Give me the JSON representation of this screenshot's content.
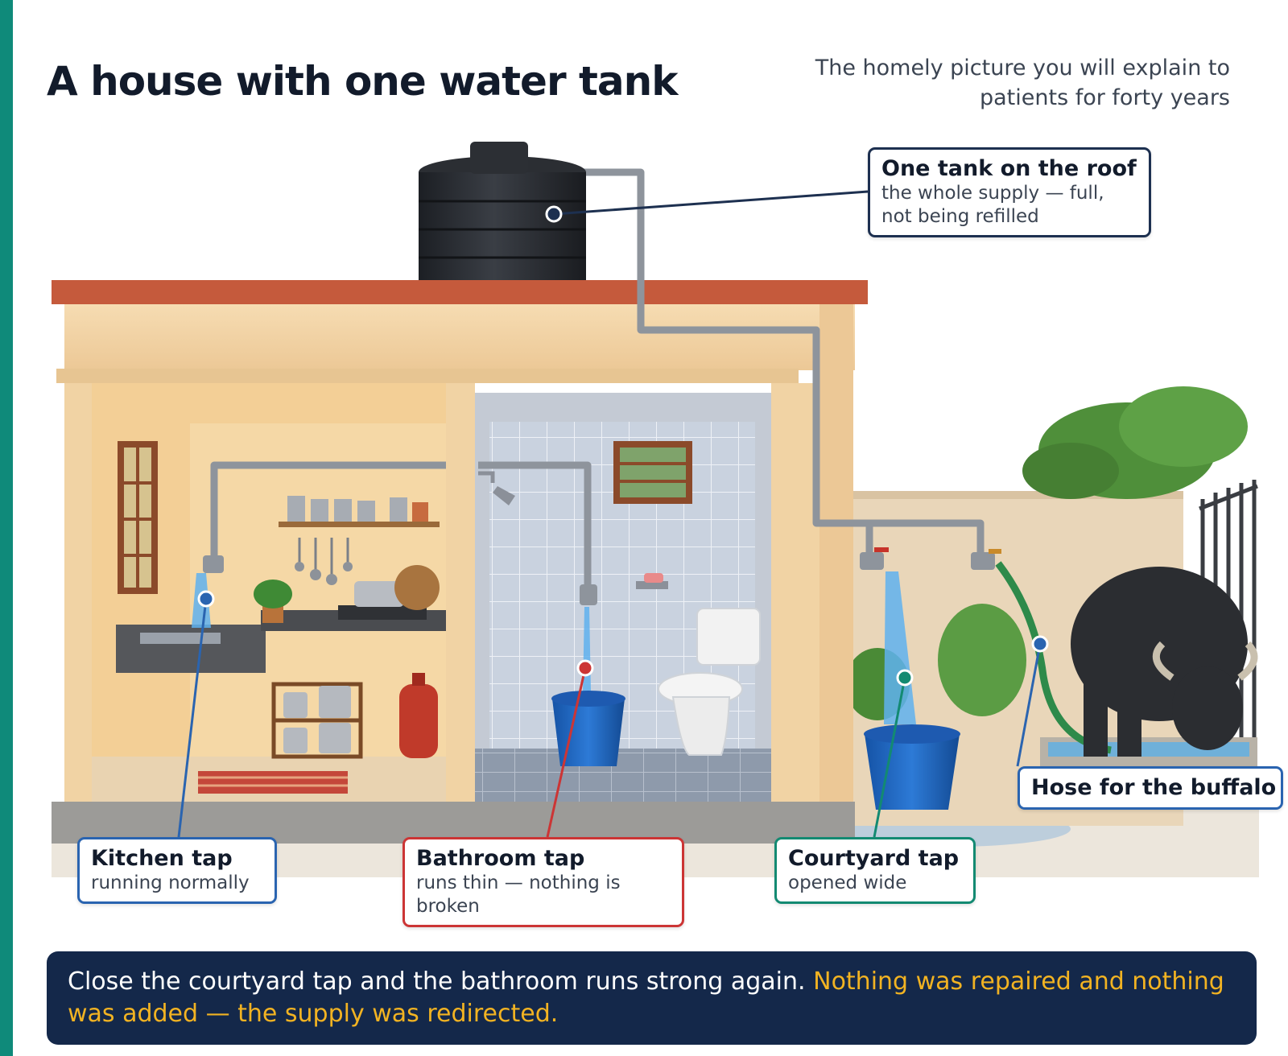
{
  "title": "A house with one water tank",
  "subtitle": "The homely picture you will explain to patients for forty years",
  "callouts": {
    "tank": {
      "head": "One tank on the roof",
      "body": "the whole supply — full, not being refilled"
    },
    "kitchen": {
      "head": "Kitchen tap",
      "body": "running normally"
    },
    "bathroom": {
      "head": "Bathroom tap",
      "body": "runs thin — nothing is broken"
    },
    "courtyard": {
      "head": "Courtyard tap",
      "body": "opened wide"
    },
    "hose": {
      "head": "Hose for the buffalo"
    }
  },
  "banner": {
    "plain": "Close the courtyard tap and the bathroom runs strong again.",
    "highlight": "Nothing was repaired and nothing was added — the supply was redirected."
  },
  "colors": {
    "accent_stripe": "#0f8a7a",
    "kitchen": "#2a64b0",
    "bathroom": "#cc3535",
    "courtyard": "#138a72",
    "tank": "#1d3050",
    "banner_bg": "#14284a",
    "banner_highlight": "#f2b322"
  }
}
